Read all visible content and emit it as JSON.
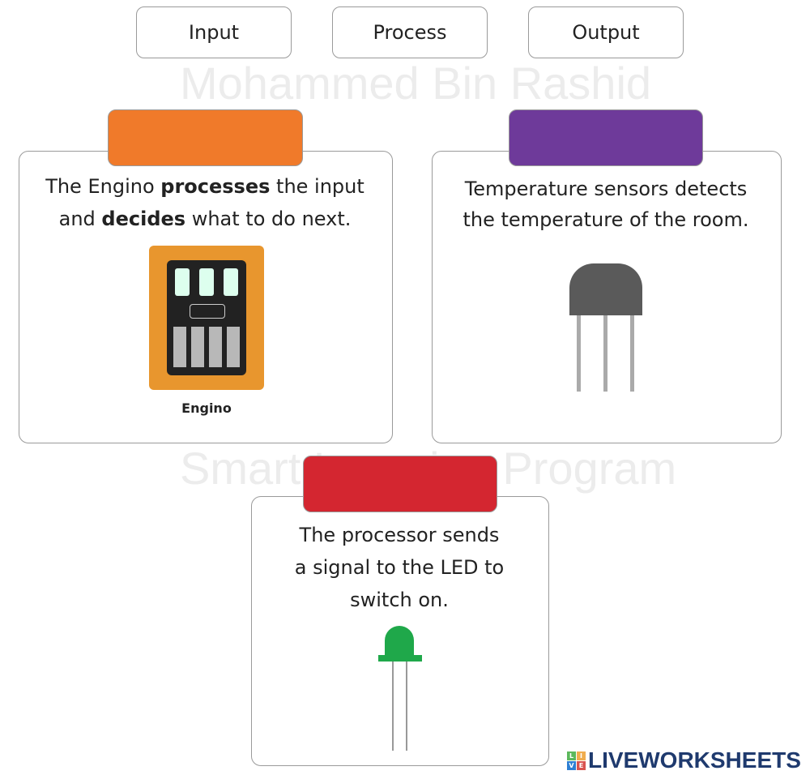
{
  "options": [
    "Input",
    "Process",
    "Output"
  ],
  "cards": [
    {
      "color": "#f07a2a",
      "text_parts": [
        "The Engino ",
        "processes",
        " the input",
        "and ",
        "decides",
        " what to do next."
      ],
      "image_caption": "Engino"
    },
    {
      "color": "#6e3a9a",
      "lines": [
        "Temperature sensors detects",
        "the temperature of the room."
      ]
    },
    {
      "color": "#d42630",
      "lines": [
        "The processor sends",
        "a signal to the LED to",
        "switch on."
      ]
    }
  ],
  "watermark": [
    "Mohammed Bin Rashid",
    "Smart Learning Program"
  ],
  "brand": {
    "badge": [
      "L",
      "I",
      "V",
      "E"
    ],
    "name": "LIVEWORKSHEETS"
  }
}
